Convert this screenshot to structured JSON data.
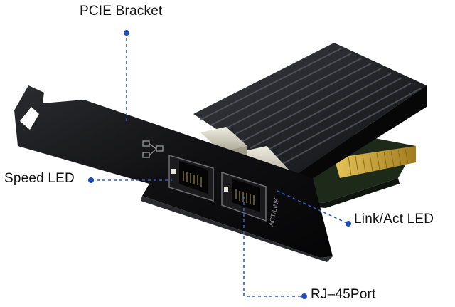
{
  "labels": {
    "pcie_bracket": "PCIE Bracket",
    "speed_led": "Speed LED",
    "link_act_led": "Link/Act LED",
    "rj45_port": "RJ–45Port"
  },
  "bracket_engraving": "ACT/LINK",
  "colors": {
    "callout_line": "#2a5ec8",
    "callout_dot": "#1f4fb6",
    "heatsink": "#17181b",
    "bracket": "#0d0d0f",
    "pcb": "#1d2a1a",
    "gold_contacts": "#c9a23a",
    "port_metal": "#cfcab8"
  }
}
